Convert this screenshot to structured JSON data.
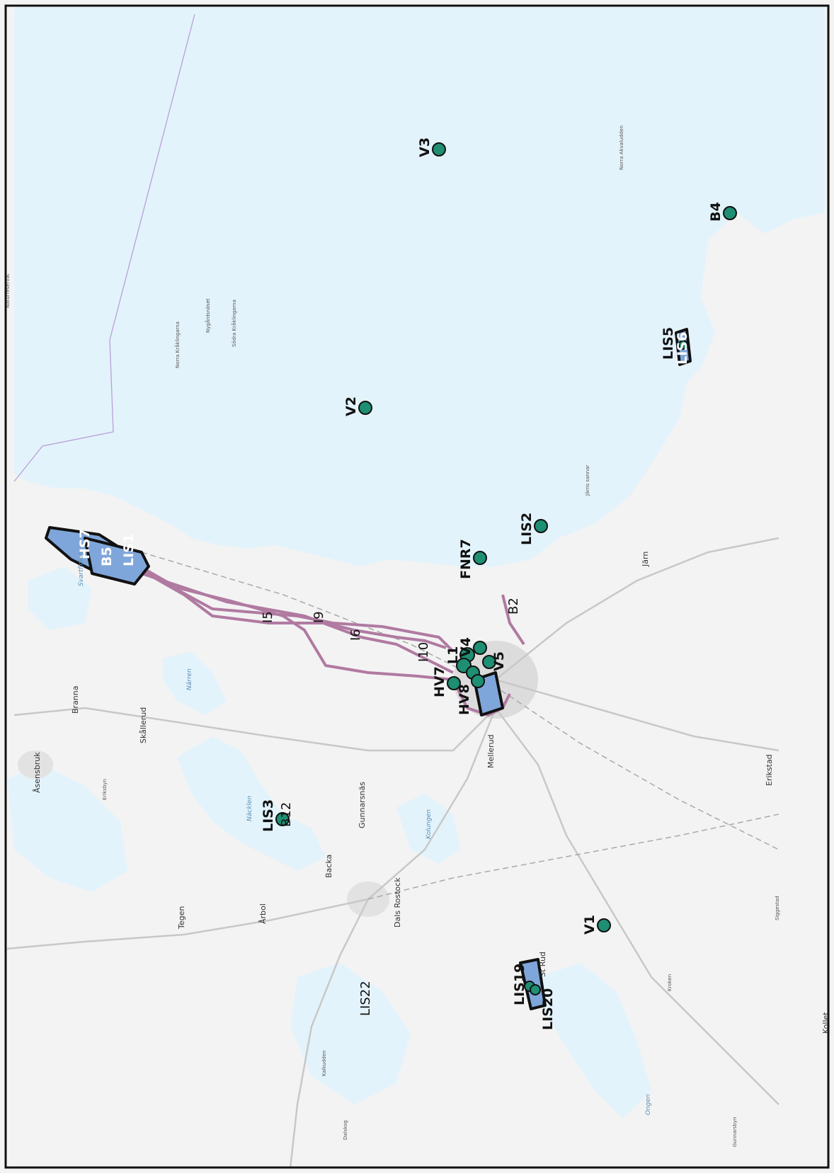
{
  "map": {
    "colors": {
      "sea": "#e3f3fb",
      "land": "#f3f3f3",
      "lake": "#e3f3fb",
      "route": "#b07aa1",
      "site_fill": "#1e8f73",
      "area_fill": "#7fa6da",
      "outline": "#111111"
    },
    "point_labels": [
      {
        "id": "V3",
        "text": "V3"
      },
      {
        "id": "V2",
        "text": "V2"
      },
      {
        "id": "B4",
        "text": "B4"
      },
      {
        "id": "V1",
        "text": "V1"
      },
      {
        "id": "FNR7",
        "text": "FNR7"
      },
      {
        "id": "LIS2",
        "text": "LIS2"
      },
      {
        "id": "LIS3",
        "text": "LIS3"
      },
      {
        "id": "LIS5",
        "text": "LIS5"
      },
      {
        "id": "LIS6",
        "text": "LIS6"
      },
      {
        "id": "HS7",
        "text": "HS7"
      },
      {
        "id": "B5",
        "text": "B5"
      },
      {
        "id": "LIS1",
        "text": "LIS1"
      },
      {
        "id": "V4",
        "text": "V4"
      },
      {
        "id": "V5",
        "text": "V5"
      },
      {
        "id": "L1",
        "text": "L1"
      },
      {
        "id": "HV7",
        "text": "HV7"
      },
      {
        "id": "HV8",
        "text": "HV8"
      },
      {
        "id": "LIS20",
        "text": "LIS20"
      },
      {
        "id": "LIS19",
        "text": "LIS19"
      },
      {
        "id": "B12",
        "text": "B12"
      }
    ],
    "line_labels": [
      {
        "id": "I5",
        "text": "I5"
      },
      {
        "id": "I9",
        "text": "I9"
      },
      {
        "id": "I6",
        "text": "I6"
      },
      {
        "id": "I10",
        "text": "I10"
      },
      {
        "id": "B2",
        "text": "B2"
      },
      {
        "id": "LIS22",
        "text": "LIS22"
      }
    ],
    "place_names": [
      {
        "id": "asensbruk",
        "text": "Åsensbruk"
      },
      {
        "id": "skallerud",
        "text": "Skållerud"
      },
      {
        "id": "mellerud",
        "text": "Mellerud"
      },
      {
        "id": "dals-rostock",
        "text": "Dals Rostock"
      },
      {
        "id": "gunnarsnas",
        "text": "Gunnarsnäs"
      },
      {
        "id": "branna",
        "text": "Branna"
      },
      {
        "id": "tegen",
        "text": "Tegen"
      },
      {
        "id": "arbol",
        "text": "Årbol"
      },
      {
        "id": "erikstad",
        "text": "Erikstad"
      },
      {
        "id": "backa",
        "text": "Backa"
      },
      {
        "id": "jarn",
        "text": "Järn"
      },
      {
        "id": "st-rud",
        "text": "St Rud"
      },
      {
        "id": "kollet",
        "text": "Kollet"
      },
      {
        "id": "dalskog",
        "text": "Dalskog"
      },
      {
        "id": "gunnarsbyn",
        "text": "Gunnarsbyn"
      },
      {
        "id": "kalkudden",
        "text": "Kalkudden"
      },
      {
        "id": "kroken",
        "text": "Kroken"
      },
      {
        "id": "siggestad",
        "text": "Siggestad"
      },
      {
        "id": "eriksbyn",
        "text": "Eriksbyn"
      }
    ],
    "water_names": [
      {
        "id": "narren",
        "text": "Närren"
      },
      {
        "id": "nacklen",
        "text": "Näcklen"
      },
      {
        "id": "kolungen",
        "text": "Kolungen"
      },
      {
        "id": "ongen",
        "text": "Ongen"
      },
      {
        "id": "svartfjolen",
        "text": "Svartfjolen"
      }
    ],
    "sea_names": [
      {
        "id": "norra-kraklingarna",
        "text": "Norra Kråklingarna"
      },
      {
        "id": "sodra-kraklingarna",
        "text": "Södra Kråklingarna"
      },
      {
        "id": "naturreservat",
        "text": "Naturreservat"
      },
      {
        "id": "norra-akvaludden",
        "text": "Norra Akvaludden"
      },
      {
        "id": "nygardsnaset",
        "text": "Nygårdsnäset"
      },
      {
        "id": "jarns-sannar",
        "text": "Järns sannar"
      }
    ]
  }
}
